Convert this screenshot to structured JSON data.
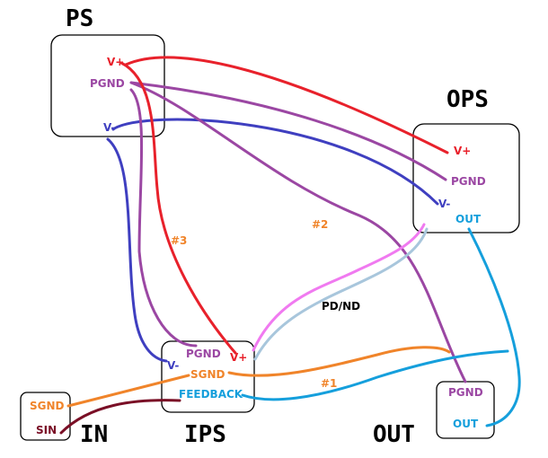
{
  "colors": {
    "red": "#e8212b",
    "purple": "#9b47a3",
    "blue": "#3f3fc0",
    "cyan": "#159fdc",
    "orange": "#f0842a",
    "maroon": "#7a0f26",
    "pink": "#f07af0",
    "lightblue": "#a8c6dc",
    "black": "#000000"
  },
  "blocks": {
    "ps": {
      "title": "PS",
      "pins": {
        "vplus": "V+",
        "pgnd": "PGND",
        "vminus": "V-"
      }
    },
    "ops": {
      "title": "OPS",
      "pins": {
        "vplus": "V+",
        "pgnd": "PGND",
        "vminus": "V-",
        "out": "OUT"
      }
    },
    "ips": {
      "title": "IPS",
      "pins": {
        "pgnd": "PGND",
        "vplus": "V+",
        "vminus": "V-",
        "sgnd": "SGND",
        "feedback": "FEEDBACK"
      }
    },
    "in": {
      "title": "IN",
      "pins": {
        "sgnd": "SGND",
        "sin": "SIN"
      }
    },
    "out": {
      "title": "OUT",
      "pins": {
        "pgnd": "PGND",
        "out": "OUT"
      }
    }
  },
  "annotations": {
    "n1": "#1",
    "n2": "#2",
    "n3": "#3",
    "pdnd": "PD/ND"
  }
}
